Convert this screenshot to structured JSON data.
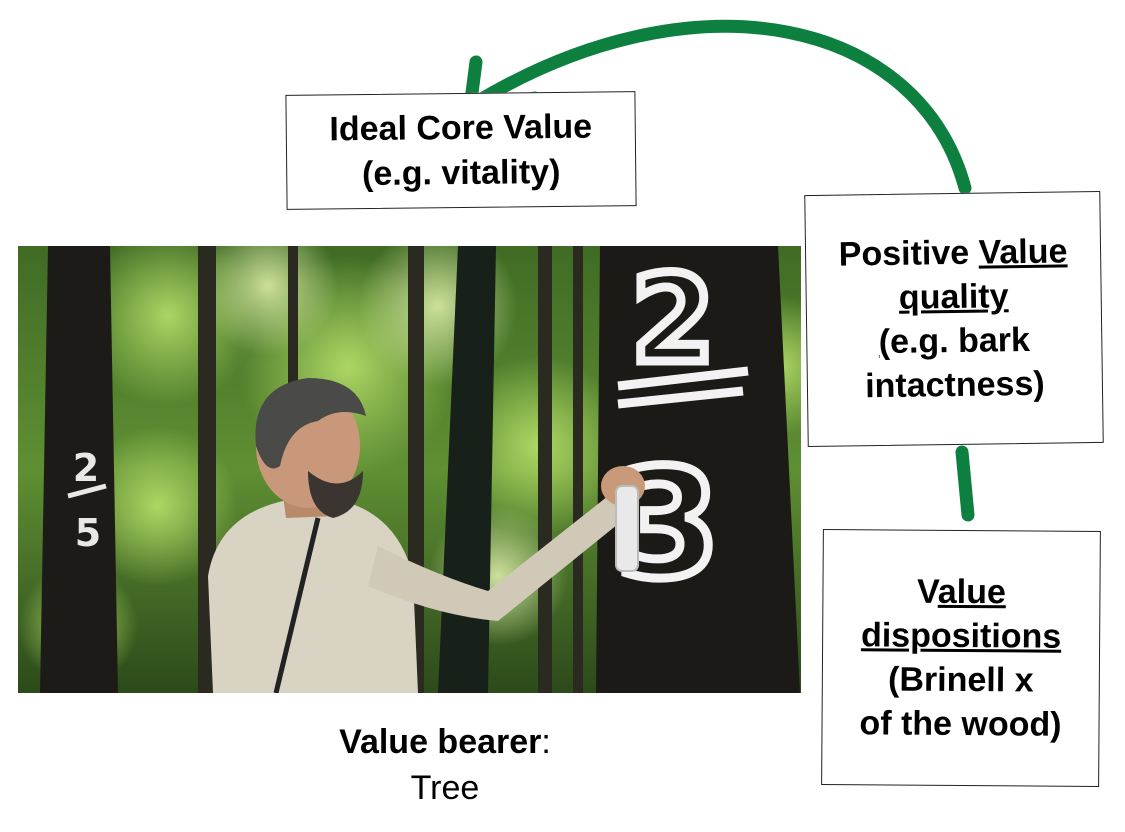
{
  "core_box": {
    "line1": "Ideal Core Value",
    "line2": "(e.g. vitality)"
  },
  "quality_box": {
    "line1_prefix": "Positive ",
    "line1_underlined": "Value ",
    "line2_underlined": "quality",
    "line3_underlined": "(",
    "line3_rest": "e.g. bark",
    "line4": "intactness)"
  },
  "disp_box": {
    "line1_prefix": "V",
    "line1_underlined": "alue ",
    "line2_underlined": "dispositions",
    "line3": "(Brinell x",
    "line4": "of the wood)"
  },
  "caption": {
    "label": "Value bearer",
    "colon": ":",
    "value": "Tree"
  },
  "photo": {
    "tree_mark_left": {
      "numerator": "2",
      "denominator": "5"
    },
    "tree_mark_right": {
      "numerator": "2",
      "denominator": "3"
    }
  },
  "colors": {
    "arrow": "#0d8040",
    "box_border": "#222222",
    "forest_dark": "#1f3a14",
    "forest_light": "#9ccf5a",
    "trunk": "#1c1a17",
    "chalk": "#f2f2f2"
  }
}
